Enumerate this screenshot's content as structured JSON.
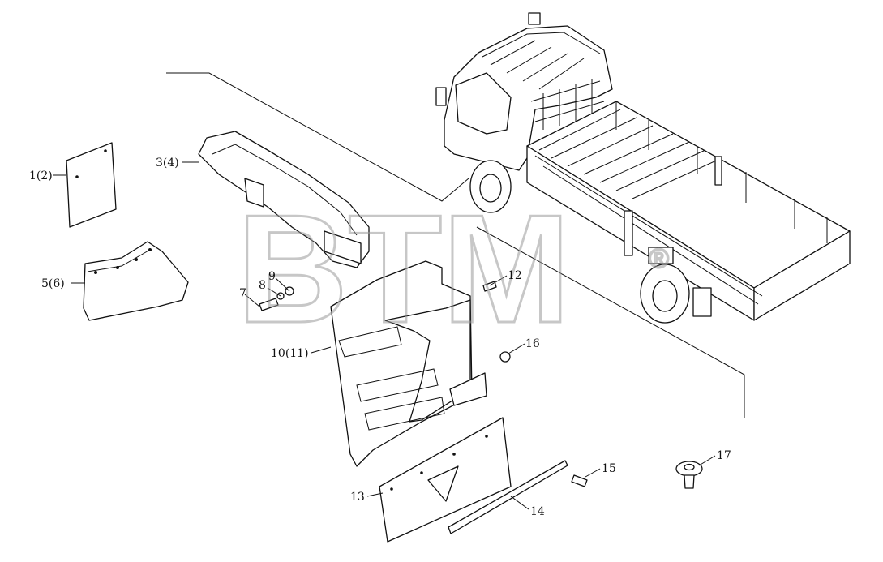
{
  "watermark": {
    "text": "BTM",
    "registered": "®"
  },
  "callouts": {
    "c1": "1(2)",
    "c3": "3(4)",
    "c5": "5(6)",
    "c7": "7",
    "c8": "8",
    "c9": "9",
    "c10": "10(11)",
    "c12": "12",
    "c13": "13",
    "c14": "14",
    "c15": "15",
    "c16": "16",
    "c17": "17"
  }
}
